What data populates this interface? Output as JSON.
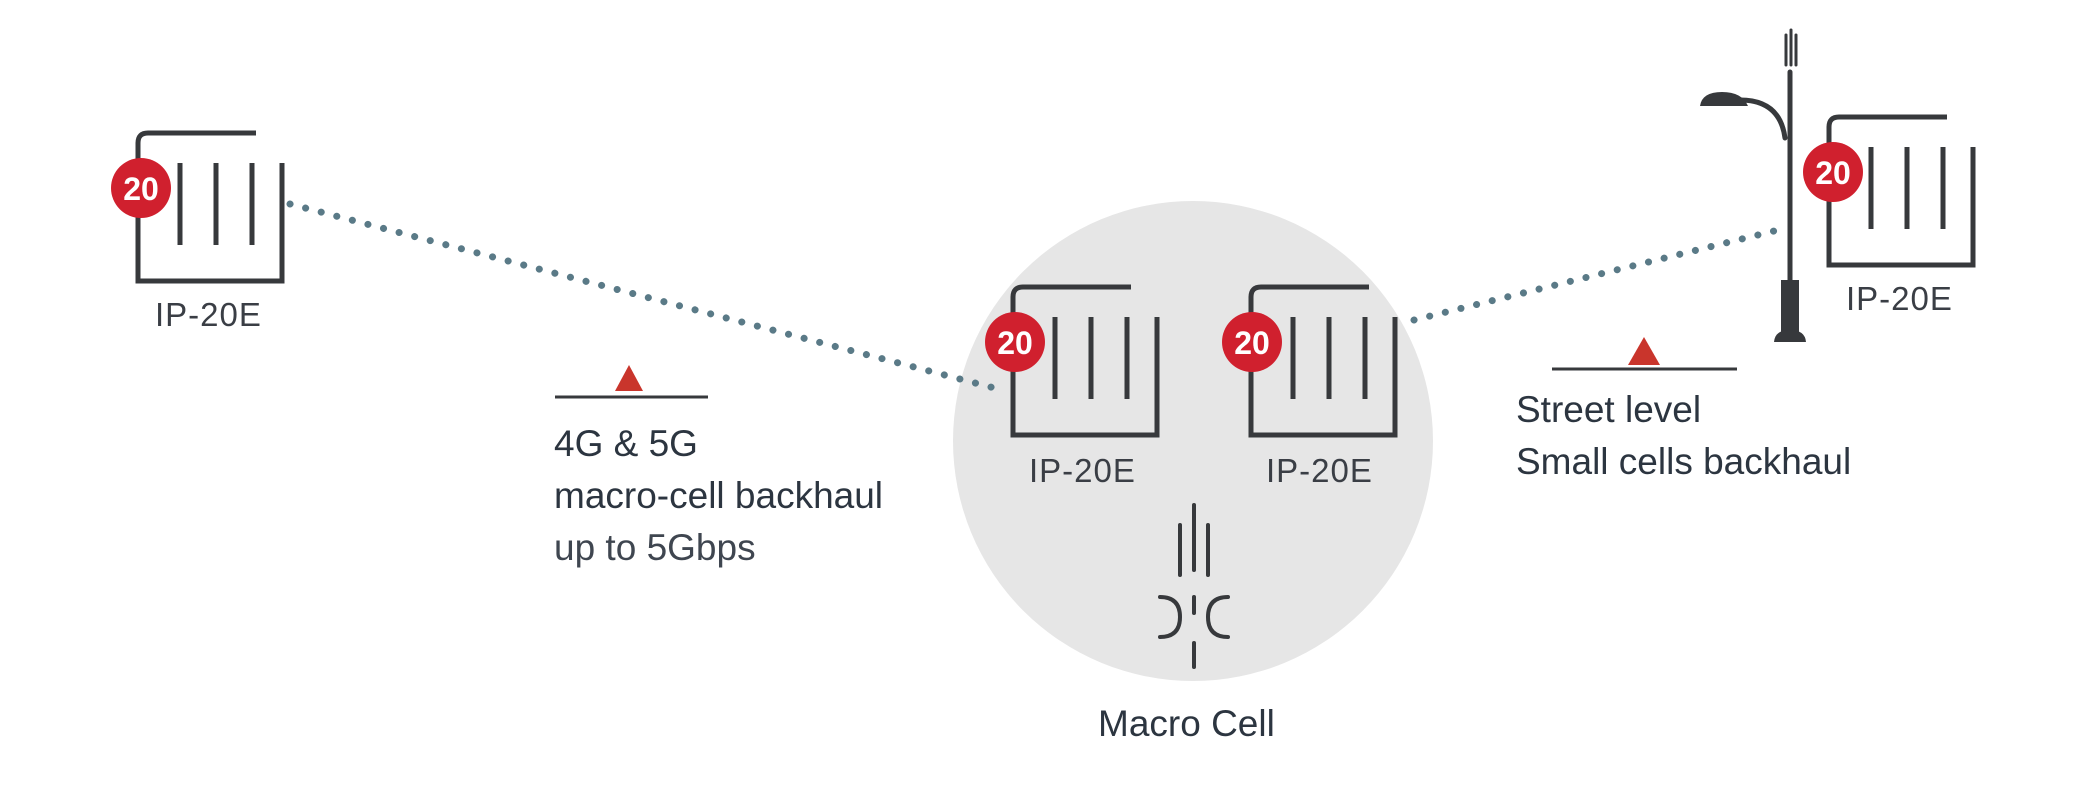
{
  "colors": {
    "line": "#37393c",
    "badge": "#d0202e",
    "link": "#5a7a87",
    "marker": "#c9352c",
    "cell_fill": "#e6e6e6",
    "text": "#2c3540"
  },
  "devices": [
    {
      "id": "left",
      "badge": "20",
      "label": "IP-20E"
    },
    {
      "id": "center-a",
      "badge": "20",
      "label": "IP-20E"
    },
    {
      "id": "center-b",
      "badge": "20",
      "label": "IP-20E"
    },
    {
      "id": "right",
      "badge": "20",
      "label": "IP-20E"
    }
  ],
  "left_caption": {
    "line1": "4G & 5G",
    "line2": "macro-cell backhaul",
    "line3": "up to 5Gbps"
  },
  "right_caption": {
    "line1": "Street level",
    "line2": "Small cells backhaul"
  },
  "macro_cell": {
    "label": "Macro Cell"
  },
  "icons": [
    "ip-20e-radio-icon",
    "streetlight-icon",
    "cell-tower-icon",
    "warning-triangle-icon"
  ]
}
